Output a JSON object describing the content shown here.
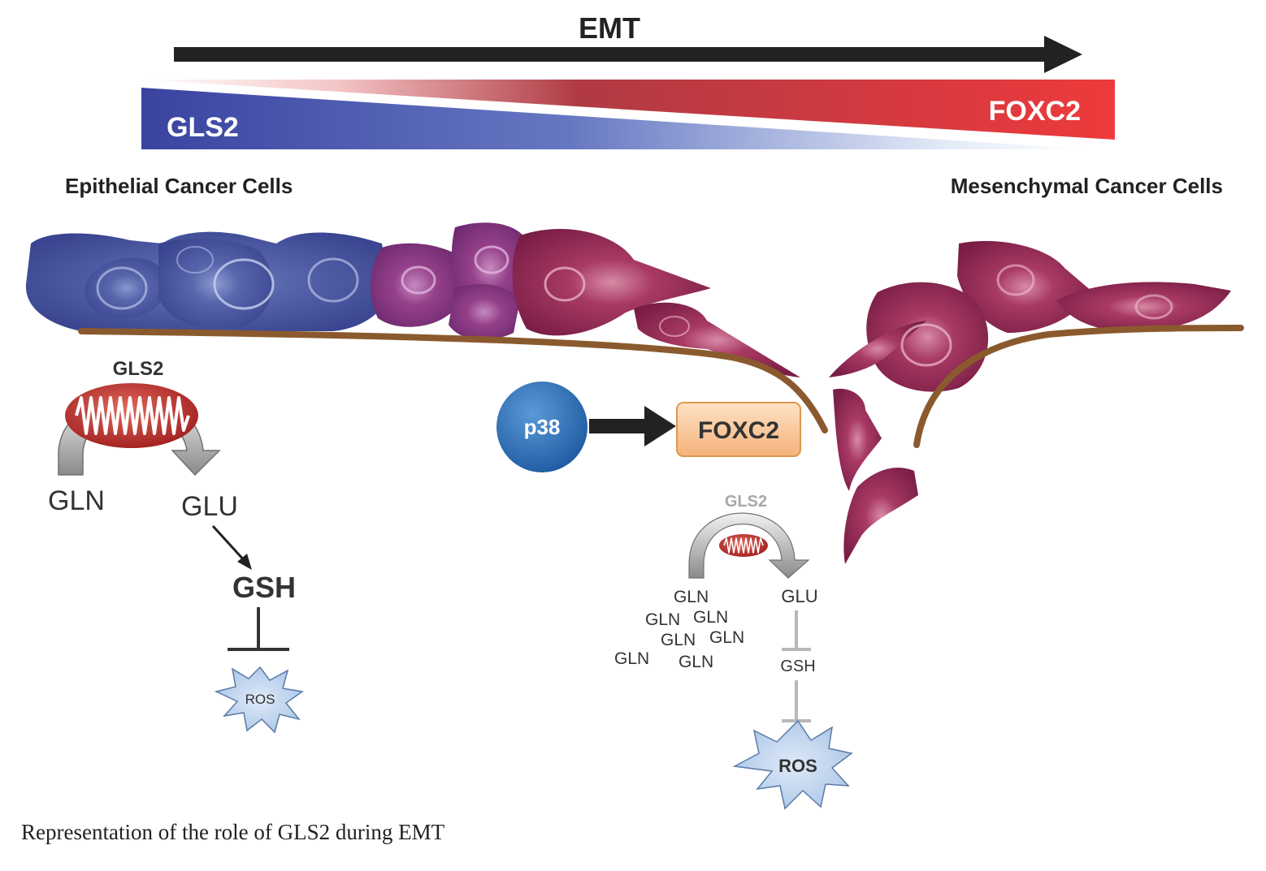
{
  "emt_label": "EMT",
  "gradient": {
    "left_label": "GLS2",
    "right_label": "FOXC2"
  },
  "epithelial_label": "Epithelial Cancer Cells",
  "mesenchymal_label": "Mesenchymal Cancer Cells",
  "left_pathway": {
    "enzyme": "GLS2",
    "substrate": "GLN",
    "product": "GLU",
    "antioxidant": "GSH",
    "ros": "ROS"
  },
  "signaling": {
    "kinase": "p38",
    "target": "FOXC2"
  },
  "right_pathway": {
    "enzyme": "GLS2",
    "substrate_cloud": [
      "GLN",
      "GLN",
      "GLN",
      "GLN",
      "GLN",
      "GLN",
      "GLN"
    ],
    "product": "GLU",
    "antioxidant": "GSH",
    "ros": "ROS"
  },
  "caption": "Representation of the role of GLS2 during EMT",
  "colors": {
    "epithelial_blue": "#4a5aa8",
    "mesenchymal_red": "#9c2a55",
    "gradient_red": "#e8363a",
    "membrane": "#8a5a2e",
    "p38_blue": "#2c6fb7",
    "foxc2_box": "#f9c99a",
    "ros_fill": "#bcd3ee"
  },
  "icons": [
    "mitochondrion-icon",
    "ros-star-icon",
    "inhibition-icon"
  ]
}
